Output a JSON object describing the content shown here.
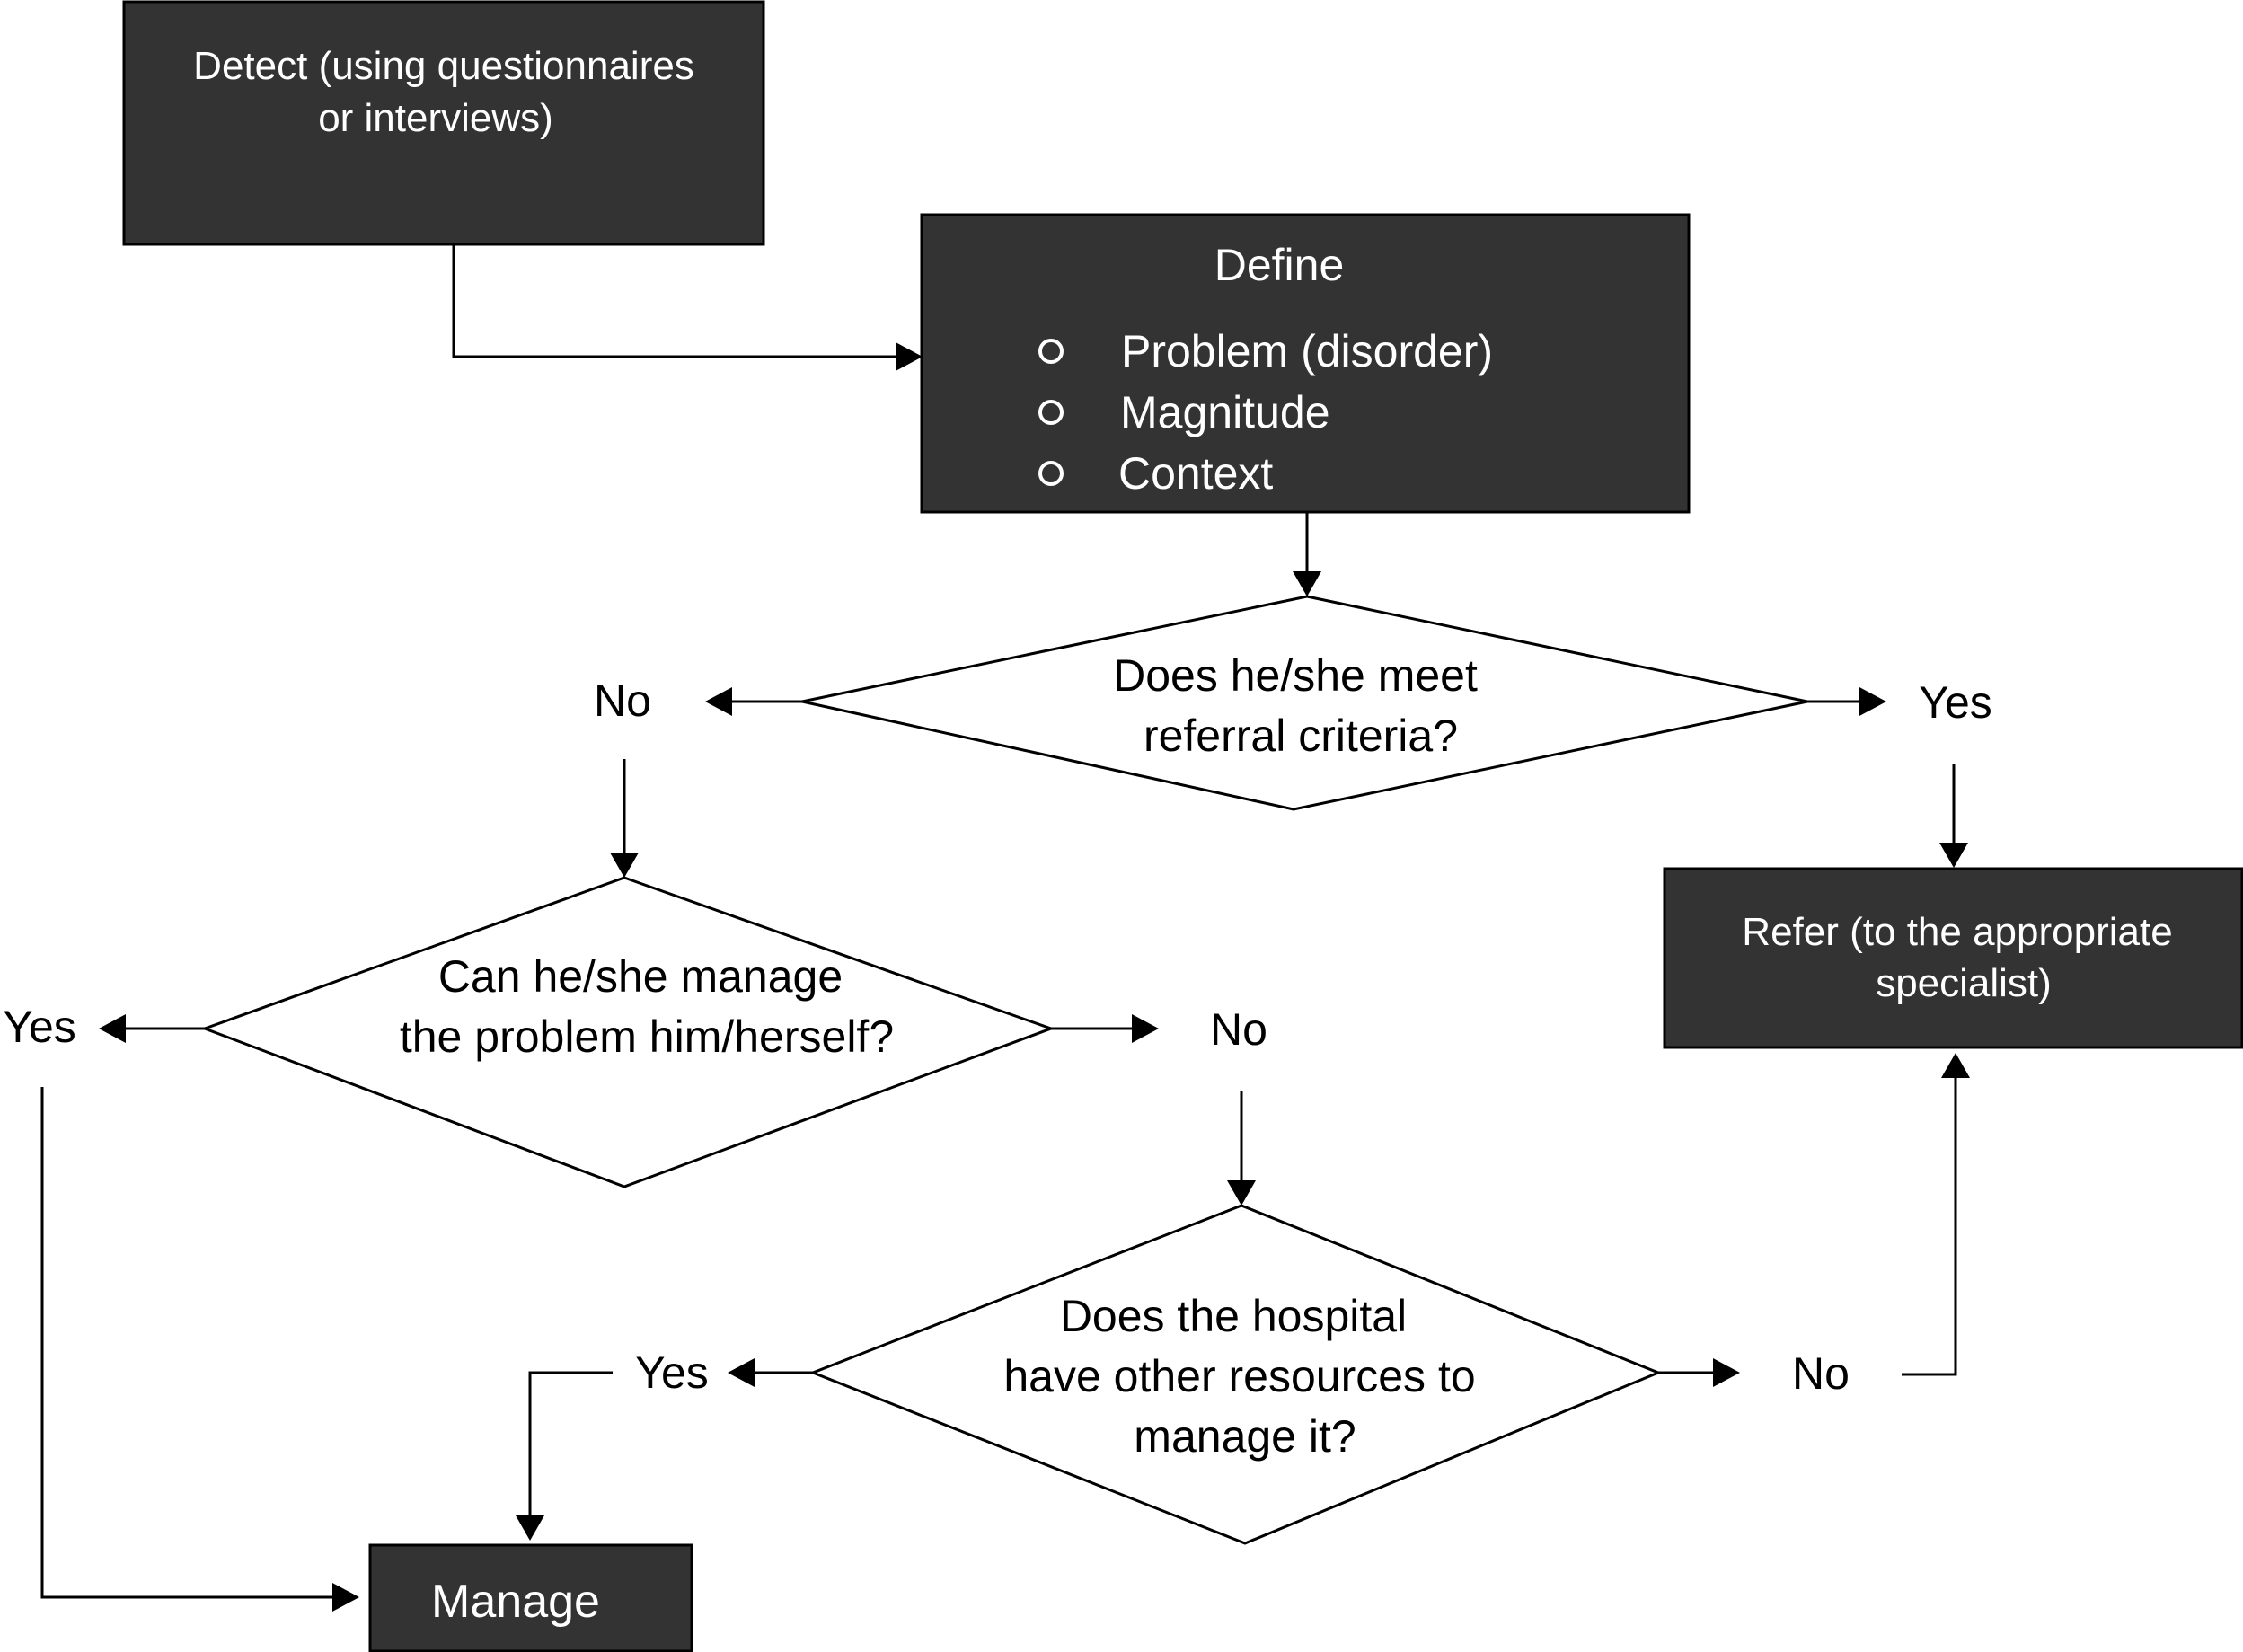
{
  "detect": {
    "line1": "Detect (using questionnaires",
    "line2": "or interviews)"
  },
  "define": {
    "title": "Define",
    "items": [
      "Problem (disorder)",
      "Magnitude",
      "Context"
    ]
  },
  "referral_question": {
    "line1": "Does he/she meet",
    "line2": "referral criteria?",
    "no_label": "No",
    "yes_label": "Yes"
  },
  "refer": {
    "line1": "Refer (to the appropriate",
    "line2": "specialist)"
  },
  "self_manage_question": {
    "line1": "Can he/she manage",
    "line2": "the problem him/herself?",
    "yes_label": "Yes",
    "no_label": "No"
  },
  "hospital_question": {
    "line1": "Does the hospital",
    "line2": "have other resources to",
    "line3": "manage it?",
    "yes_label": "Yes",
    "no_label": "No"
  },
  "manage": {
    "label": "Manage"
  },
  "colors": {
    "box_fill": "#333333",
    "box_text": "#ffffff",
    "line": "#000000",
    "background": "#ffffff"
  }
}
